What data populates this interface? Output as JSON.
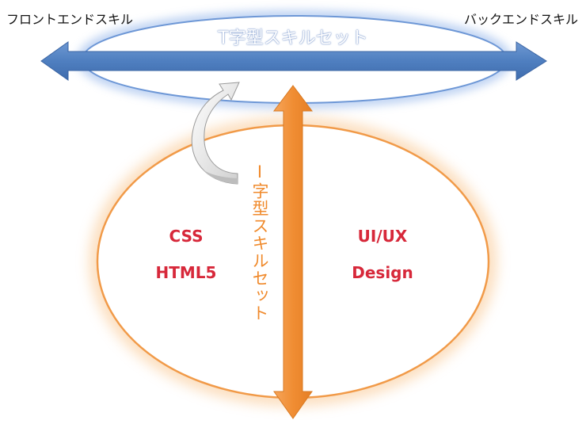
{
  "labels": {
    "frontend": "フロントエンドスキル",
    "backend": "バックエンドスキル",
    "t_shaped": "T字型スキルセット",
    "i_shaped": "I字型スキルセット"
  },
  "skills": {
    "left": [
      "CSS",
      "HTML5"
    ],
    "right": [
      "UI/UX",
      "Design"
    ]
  },
  "colors": {
    "blue_arrow": "#4f7fc0",
    "orange_arrow": "#f2953e",
    "skill_text": "#d7283a",
    "i_label": "#f08a2c"
  }
}
